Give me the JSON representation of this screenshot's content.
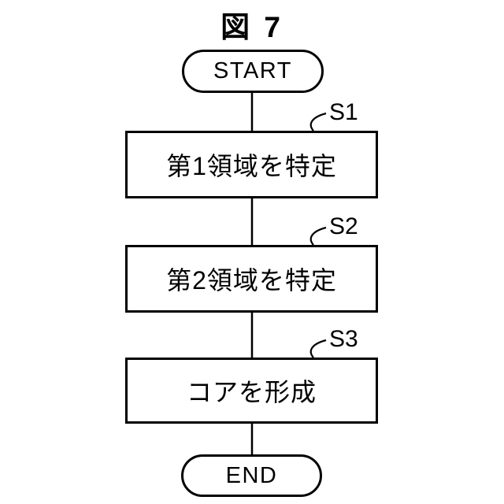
{
  "figure": {
    "title": "図 7"
  },
  "flowchart": {
    "start_label": "START",
    "end_label": "END",
    "steps": [
      {
        "id": "S1",
        "label": "第1領域を特定"
      },
      {
        "id": "S2",
        "label": "第2領域を特定"
      },
      {
        "id": "S3",
        "label": "コアを形成"
      }
    ]
  },
  "colors": {
    "stroke": "#000000",
    "background": "#ffffff"
  }
}
